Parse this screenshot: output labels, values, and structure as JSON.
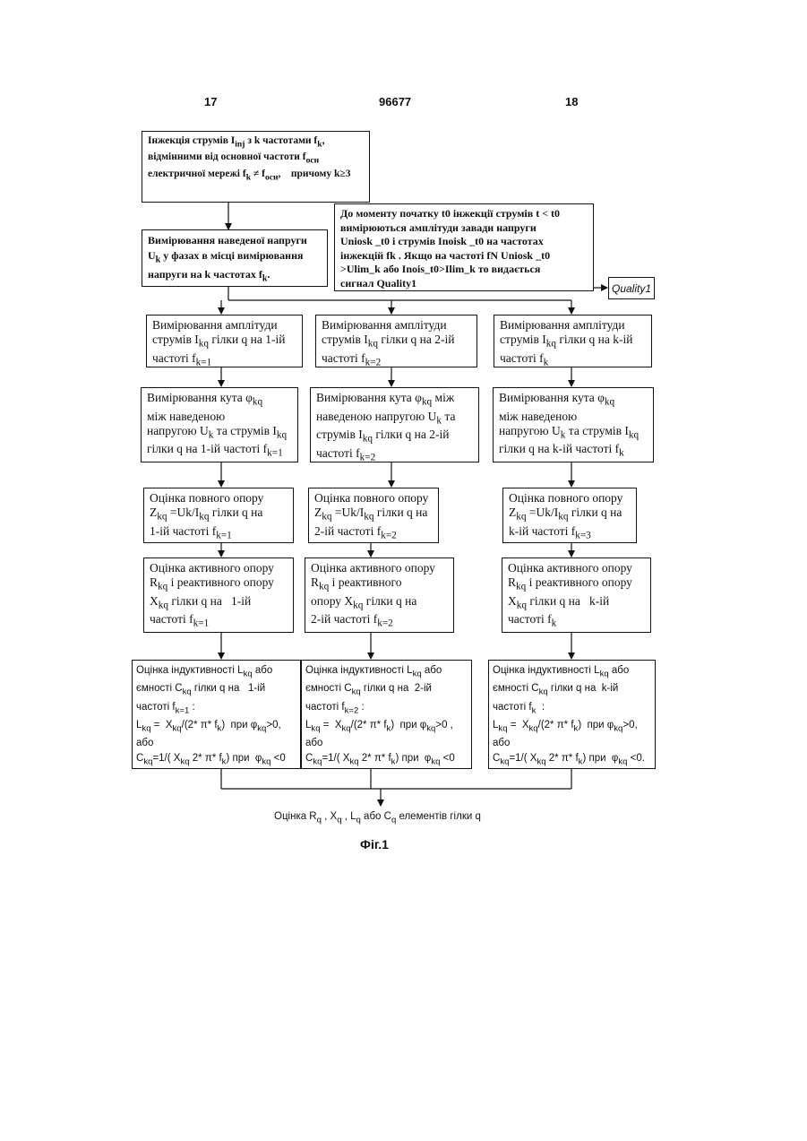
{
  "header": {
    "page_left": "17",
    "doc_number": "96677",
    "page_right": "18"
  },
  "boxes": {
    "injection": [
      "Інжекція струмів I<sub>inj</sub> з k частотами f<sub>k</sub>,",
      "відмінними від основної частоти f<sub>осн</sub>",
      "електричної мережі f<sub>k</sub> ≠ f<sub>осн</sub>, &nbsp;&nbsp; причому k≥3"
    ],
    "noise": [
      "До моменту початку t0 інжекції струмів t &lt; t0",
      "вимірюються амплітуди завади напруги",
      "Uniosk _t0 і струмів Inoisk _t0 на частотах",
      "інжекцій fk . Якщо на частоті fN Uniosk _t0",
      "&gt;Ulim_k або Inois_t0&gt;Ilim_k то видається",
      "сигнал Quality1"
    ],
    "quality": "Quality1",
    "voltage": [
      "Вимірювання наведеної напруги",
      "U<sub>k</sub> у фазах в місці вимірювання",
      "напруги на k частотах f<sub>k</sub>."
    ],
    "amp1": [
      "Вимірювання амплітуди",
      "струмів I<sub>kq</sub> гілки q на 1-ій",
      "частоті f<sub>k=1</sub>"
    ],
    "amp2": [
      "Вимірювання амплітуди",
      "струмів I<sub>kq</sub> гілки q на 2-ій",
      "частоті f<sub>k=2</sub>"
    ],
    "ampk": [
      "Вимірювання амплітуди",
      "струмів I<sub>kq</sub> гілки q на k-ій",
      "частоті f<sub>k</sub>"
    ],
    "angle1": [
      "Вимірювання кута φ<sub>kq</sub>",
      "між наведеною",
      "напругою U<sub>k</sub> та струмів I<sub>kq</sub>",
      "гілки q на 1-ій частоті f<sub>k=1</sub>"
    ],
    "angle2": [
      "Вимірювання кута φ<sub>kq</sub> між",
      "наведеною напругою U<sub>k</sub> та",
      "струмів I<sub>kq</sub> гілки q на 2-ій",
      "частоті f<sub>k=2</sub>"
    ],
    "anglek": [
      "Вимірювання кута φ<sub>kq</sub>",
      "між наведеною",
      "напругою U<sub>k</sub> та струмів I<sub>kq</sub>",
      "гілки q на k-ій частоті f<sub>k</sub>"
    ],
    "imp1": [
      "Оцінка повного опору",
      "Z<sub>kq</sub> =Uk/I<sub>kq</sub> гілки q на",
      "1-ій частоті f<sub>k=1</sub>"
    ],
    "imp2": [
      "Оцінка повного опору",
      "Z<sub>kq</sub> =Uk/I<sub>kq</sub> гілки q на",
      "2-ій частоті f<sub>k=2</sub>"
    ],
    "impk": [
      "Оцінка повного опору",
      "Z<sub>kq</sub> =Uk/I<sub>kq</sub> гілки q на",
      "k-ій частоті f<sub>k=3</sub>"
    ],
    "act1": [
      "Оцінка активного опору",
      "R<sub>kq</sub> і реактивного опору",
      "X<sub>kq</sub> гілки q на &nbsp; 1-ій",
      "частоті f<sub>k=1</sub>"
    ],
    "act2": [
      "Оцінка активного опору",
      "R<sub>kq</sub> і реактивного",
      "опору X<sub>kq</sub> гілки q на",
      "2-ій частоті f<sub>k=2</sub>"
    ],
    "actk": [
      "Оцінка активного опору",
      "R<sub>kq</sub> і реактивного опору",
      "X<sub>kq</sub> гілки q на &nbsp; k-ій",
      "частоті f<sub>k</sub>"
    ],
    "ind1": [
      "Оцінка індуктивності L<sub>kq</sub> або",
      "ємності C<sub>kq</sub> гілки q на &nbsp; 1-ій",
      "частоті f<sub>k=1</sub> :",
      "L<sub>kq</sub> = &nbsp;X<sub>kq</sub>/(2* π* f<sub>k</sub>) &nbsp;при φ<sub>kq</sub>&gt;0,",
      "або",
      "C<sub>kq</sub>=1/( X<sub>kq</sub> 2* π* f<sub>k</sub>) при &nbsp;φ<sub>kq</sub> &lt;0"
    ],
    "ind2": [
      "Оцінка індуктивності L<sub>kq</sub> або",
      "ємності C<sub>kq</sub> гілки q на &nbsp;2-ій",
      "частоті f<sub>k=2</sub> :",
      "L<sub>kq</sub> = &nbsp;X<sub>kq</sub>/(2* π* f<sub>k</sub>) &nbsp;при φ<sub>kq</sub>&gt;0 ,",
      "або",
      "C<sub>kq</sub>=1/( X<sub>kq</sub> 2* π* f<sub>k</sub>) при &nbsp;φ<sub>kq</sub> &lt;0"
    ],
    "indk": [
      "Оцінка індуктивності L<sub>kq</sub> або",
      "ємності C<sub>kq</sub> гілки q на &nbsp;k-ій",
      "частоті f<sub>k</sub> &nbsp;:",
      "L<sub>kq</sub> = &nbsp;X<sub>kq</sub>/(2* π* f<sub>k</sub>) &nbsp;при φ<sub>kq</sub>&gt;0,",
      "або",
      "C<sub>kq</sub>=1/( X<sub>kq</sub> 2* π* f<sub>k</sub>) при &nbsp;φ<sub>kq</sub> &lt;0."
    ]
  },
  "result": "Оцінка R<sub>q</sub> , X<sub>q</sub> , L<sub>q</sub> або C<sub>q</sub> елементів гілки q",
  "figure_label": "Фіг.1"
}
